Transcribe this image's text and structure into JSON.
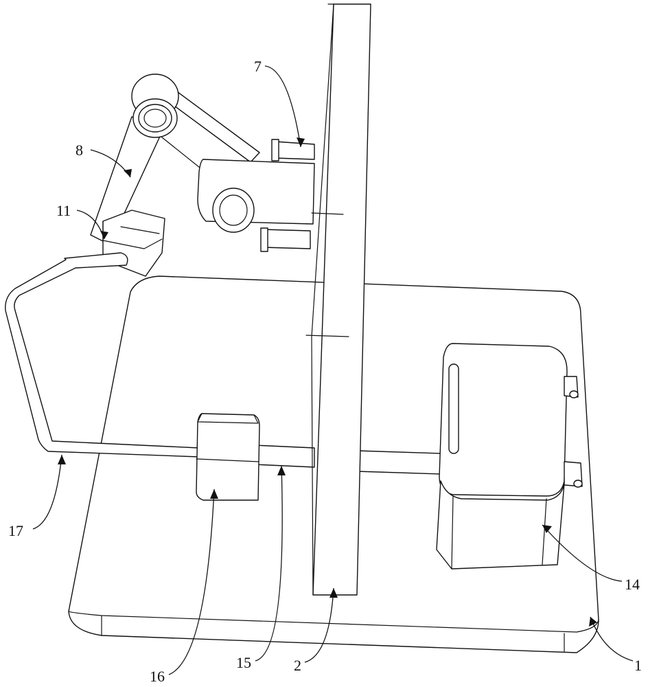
{
  "labels": {
    "l1": "1",
    "l2": "2",
    "l7": "7",
    "l8": "8",
    "l11": "11",
    "l14": "14",
    "l15": "15",
    "l16": "16",
    "l17": "17"
  }
}
